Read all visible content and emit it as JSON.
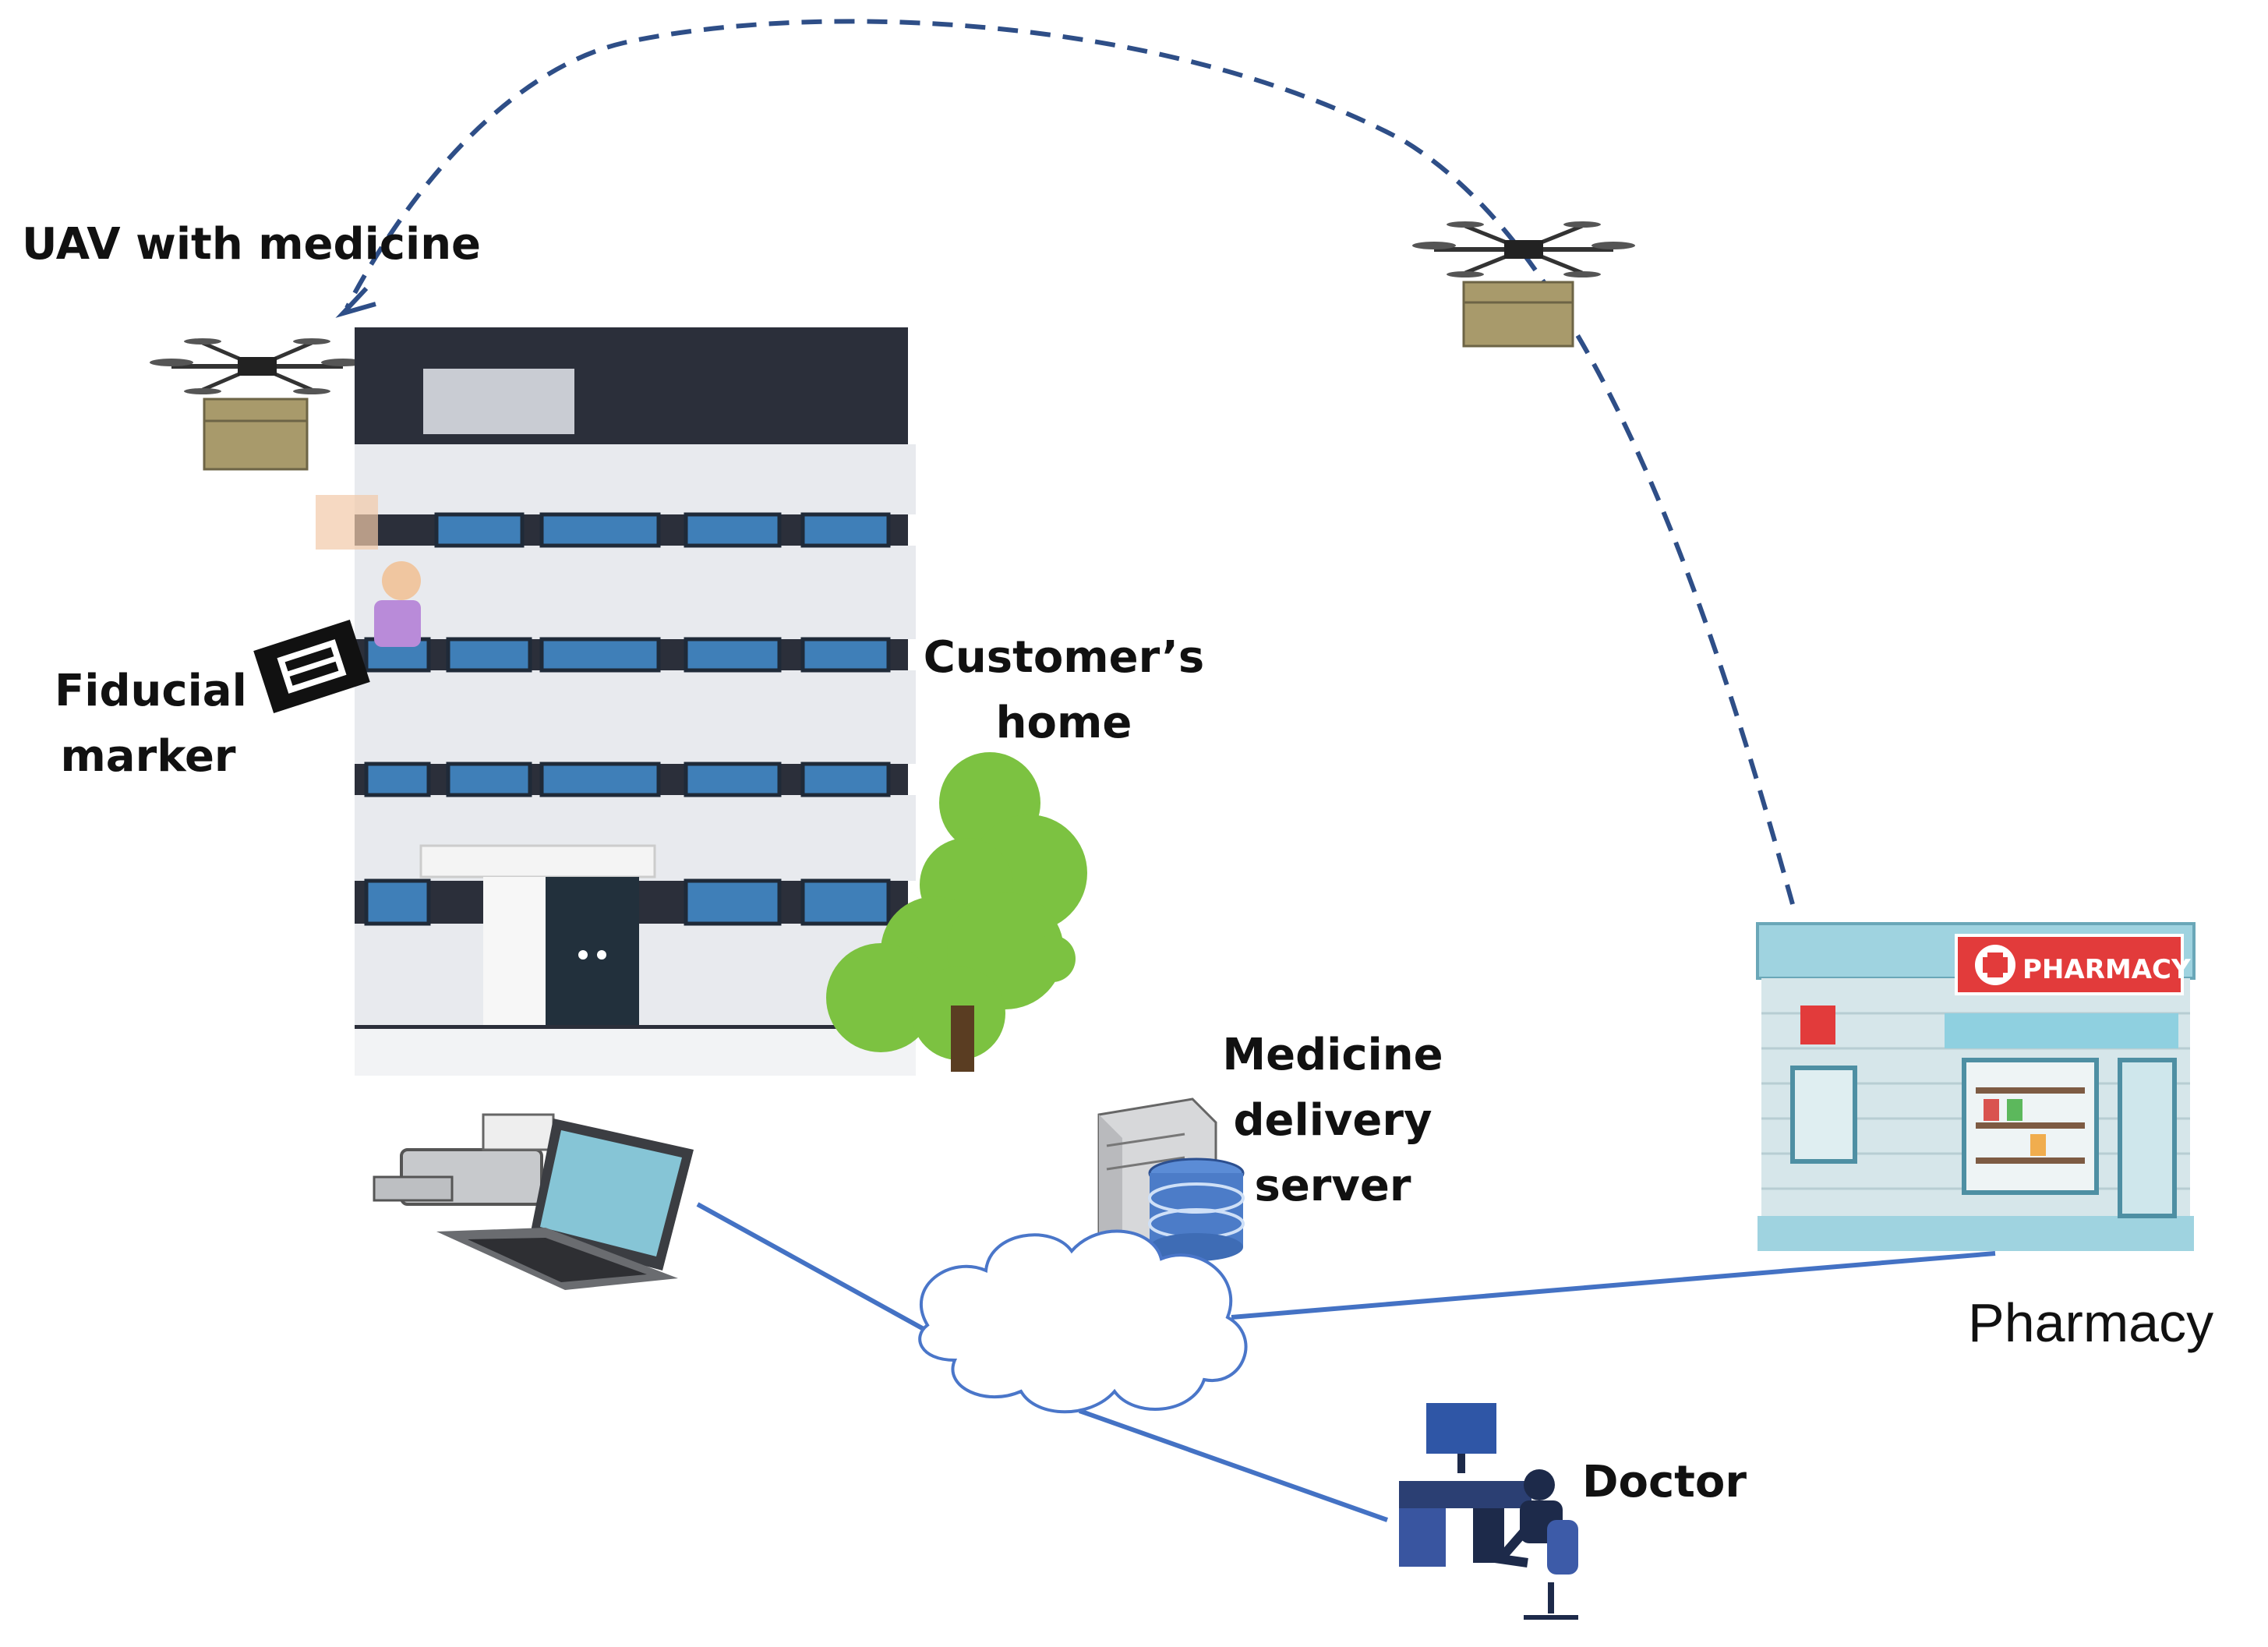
{
  "labels": {
    "uav": "UAV with medicine",
    "fiducial_line1": "Fiducial",
    "fiducial_line2": "marker",
    "customer_line1": "Customer’s",
    "customer_line2": "home",
    "server_line1": "Medicine",
    "server_line2": "delivery",
    "server_line3": "server",
    "pharmacy": "Pharmacy",
    "doctor": "Doctor",
    "pharmacy_sign": "PHARMACY"
  },
  "colors": {
    "flight_path": "#2e4e87",
    "network_link": "#4472c4",
    "cloud_stroke": "#4a76c9",
    "tree": "#7cc241",
    "building_glass": "#3f7fb8",
    "pharmacy_red": "#e23b3b",
    "pharmacy_blue": "#9fd3e0"
  },
  "icons": [
    "drone-with-package-icon",
    "office-building-icon",
    "fiducial-marker-icon",
    "person-icon",
    "tree-icon",
    "laptop-printer-icon",
    "server-database-icon",
    "cloud-icon",
    "pharmacy-store-icon",
    "doctor-workstation-icon"
  ]
}
